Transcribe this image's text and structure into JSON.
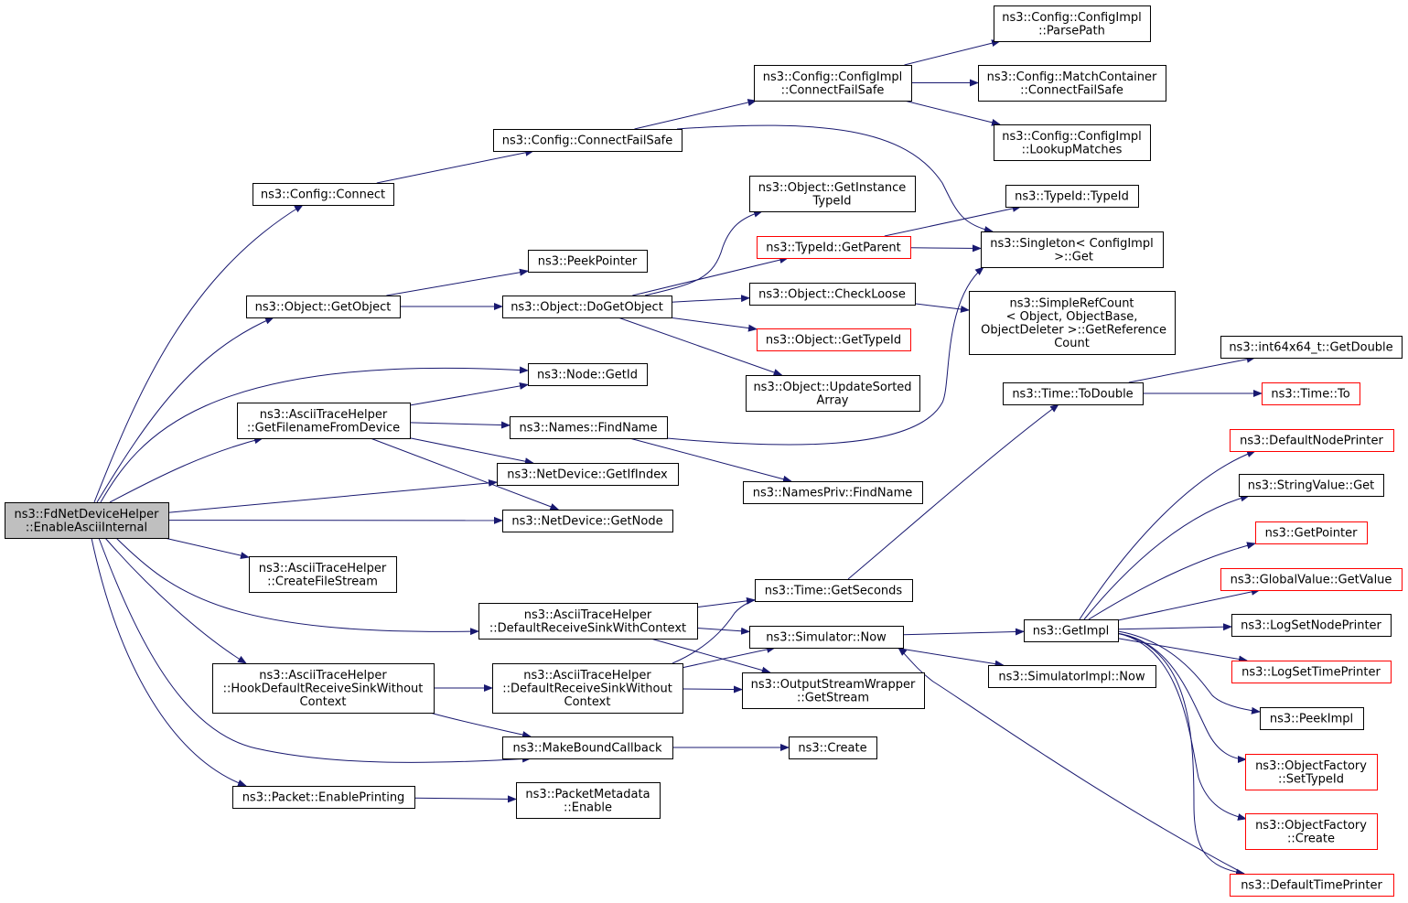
{
  "colors": {
    "edge": "#191970",
    "node_border": "#000000",
    "node_border_incomplete": "#ff0000",
    "root_fill": "#bfbfbf",
    "node_fill": "#ffffff"
  },
  "nodes": {
    "root": {
      "lines": [
        "ns3::FdNetDeviceHelper",
        "::EnableAsciiInternal"
      ],
      "root": true
    },
    "config_connect": {
      "lines": [
        "ns3::Config::Connect"
      ]
    },
    "config_connectfailsafe": {
      "lines": [
        "ns3::Config::ConnectFailSafe"
      ]
    },
    "configimpl_connectfailsafe": {
      "lines": [
        "ns3::Config::ConfigImpl",
        "::ConnectFailSafe"
      ]
    },
    "configimpl_parsepath": {
      "lines": [
        "ns3::Config::ConfigImpl",
        "::ParsePath"
      ]
    },
    "matchcontainer_connectfailsafe": {
      "lines": [
        "ns3::Config::MatchContainer",
        "::ConnectFailSafe"
      ]
    },
    "configimpl_lookupmatches": {
      "lines": [
        "ns3::Config::ConfigImpl",
        "::LookupMatches"
      ]
    },
    "object_getinstancetypeid": {
      "lines": [
        "ns3::Object::GetInstance",
        "TypeId"
      ]
    },
    "typeid_typeid": {
      "lines": [
        "ns3::TypeId::TypeId"
      ]
    },
    "typeid_getparent": {
      "lines": [
        "ns3::TypeId::GetParent"
      ],
      "incomplete": true
    },
    "singleton_get": {
      "lines": [
        "ns3::Singleton< ConfigImpl",
        " >::Get"
      ]
    },
    "peekpointer": {
      "lines": [
        "ns3::PeekPointer"
      ]
    },
    "object_getobject": {
      "lines": [
        "ns3::Object::GetObject"
      ]
    },
    "object_dogetobject": {
      "lines": [
        "ns3::Object::DoGetObject"
      ]
    },
    "object_checkloose": {
      "lines": [
        "ns3::Object::CheckLoose"
      ]
    },
    "simplerefcount": {
      "lines": [
        "ns3::SimpleRefCount",
        "< Object, ObjectBase,",
        " ObjectDeleter >::GetReference",
        "Count"
      ]
    },
    "object_gettypeid": {
      "lines": [
        "ns3::Object::GetTypeId"
      ],
      "incomplete": true
    },
    "int64x64_getdouble": {
      "lines": [
        "ns3::int64x64_t::GetDouble"
      ]
    },
    "node_getid": {
      "lines": [
        "ns3::Node::GetId"
      ]
    },
    "object_updatesortedarray": {
      "lines": [
        "ns3::Object::UpdateSorted",
        "Array"
      ]
    },
    "time_todouble": {
      "lines": [
        "ns3::Time::ToDouble"
      ]
    },
    "time_to": {
      "lines": [
        "ns3::Time::To"
      ],
      "incomplete": true
    },
    "ascii_getfilenamefromdevice": {
      "lines": [
        "ns3::AsciiTraceHelper",
        "::GetFilenameFromDevice"
      ]
    },
    "names_findname": {
      "lines": [
        "ns3::Names::FindName"
      ]
    },
    "defaultnodeprinter": {
      "lines": [
        "ns3::DefaultNodePrinter"
      ],
      "incomplete": true
    },
    "netdevice_getifindex": {
      "lines": [
        "ns3::NetDevice::GetIfIndex"
      ]
    },
    "namespriv_findname": {
      "lines": [
        "ns3::NamesPriv::FindName"
      ]
    },
    "stringvalue_get": {
      "lines": [
        "ns3::StringValue::Get"
      ]
    },
    "netdevice_getnode": {
      "lines": [
        "ns3::NetDevice::GetNode"
      ]
    },
    "getpointer": {
      "lines": [
        "ns3::GetPointer"
      ],
      "incomplete": true
    },
    "ascii_createfilestream": {
      "lines": [
        "ns3::AsciiTraceHelper",
        "::CreateFileStream"
      ]
    },
    "globalvalue_getvalue": {
      "lines": [
        "ns3::GlobalValue::GetValue"
      ],
      "incomplete": true
    },
    "time_getseconds": {
      "lines": [
        "ns3::Time::GetSeconds"
      ]
    },
    "ascii_defaultreceivesinkwithcontext": {
      "lines": [
        "ns3::AsciiTraceHelper",
        "::DefaultReceiveSinkWithContext"
      ]
    },
    "logsetnodeprinter": {
      "lines": [
        "ns3::LogSetNodePrinter"
      ]
    },
    "simulator_now": {
      "lines": [
        "ns3::Simulator::Now"
      ]
    },
    "getimpl": {
      "lines": [
        "ns3::GetImpl"
      ]
    },
    "logsettimeprinter": {
      "lines": [
        "ns3::LogSetTimePrinter"
      ],
      "incomplete": true
    },
    "ascii_hookdefaultreceivesinkwithoutcontext": {
      "lines": [
        "ns3::AsciiTraceHelper",
        "::HookDefaultReceiveSinkWithout",
        "Context"
      ]
    },
    "ascii_defaultreceivesinkwithoutcontext": {
      "lines": [
        "ns3::AsciiTraceHelper",
        "::DefaultReceiveSinkWithout",
        "Context"
      ]
    },
    "simulatorimpl_now": {
      "lines": [
        "ns3::SimulatorImpl::Now"
      ]
    },
    "outputstreamwrapper_getstream": {
      "lines": [
        "ns3::OutputStreamWrapper",
        "::GetStream"
      ]
    },
    "peekimpl": {
      "lines": [
        "ns3::PeekImpl"
      ]
    },
    "makeboundcallback": {
      "lines": [
        "ns3::MakeBoundCallback"
      ]
    },
    "create": {
      "lines": [
        "ns3::Create"
      ]
    },
    "objectfactory_settypeid": {
      "lines": [
        "ns3::ObjectFactory",
        "::SetTypeId"
      ],
      "incomplete": true
    },
    "packet_enableprinting": {
      "lines": [
        "ns3::Packet::EnablePrinting"
      ]
    },
    "packetmetadata_enable": {
      "lines": [
        "ns3::PacketMetadata",
        "::Enable"
      ]
    },
    "objectfactory_create": {
      "lines": [
        "ns3::ObjectFactory",
        "::Create"
      ],
      "incomplete": true
    },
    "defaulttimeprinter": {
      "lines": [
        "ns3::DefaultTimePrinter"
      ],
      "incomplete": true
    }
  },
  "edges": [
    [
      "root",
      "config_connect"
    ],
    [
      "root",
      "object_getobject"
    ],
    [
      "root",
      "node_getid"
    ],
    [
      "root",
      "ascii_getfilenamefromdevice"
    ],
    [
      "root",
      "netdevice_getifindex"
    ],
    [
      "root",
      "netdevice_getnode"
    ],
    [
      "root",
      "ascii_createfilestream"
    ],
    [
      "root",
      "ascii_defaultreceivesinkwithcontext"
    ],
    [
      "root",
      "ascii_hookdefaultreceivesinkwithoutcontext"
    ],
    [
      "root",
      "makeboundcallback"
    ],
    [
      "root",
      "packet_enableprinting"
    ],
    [
      "config_connect",
      "config_connectfailsafe"
    ],
    [
      "config_connectfailsafe",
      "configimpl_connectfailsafe"
    ],
    [
      "config_connectfailsafe",
      "singleton_get"
    ],
    [
      "configimpl_connectfailsafe",
      "configimpl_parsepath"
    ],
    [
      "configimpl_connectfailsafe",
      "matchcontainer_connectfailsafe"
    ],
    [
      "configimpl_connectfailsafe",
      "configimpl_lookupmatches"
    ],
    [
      "object_getobject",
      "peekpointer"
    ],
    [
      "object_getobject",
      "object_dogetobject"
    ],
    [
      "object_dogetobject",
      "object_getinstancetypeid"
    ],
    [
      "object_dogetobject",
      "typeid_getparent"
    ],
    [
      "object_dogetobject",
      "object_checkloose"
    ],
    [
      "object_dogetobject",
      "object_gettypeid"
    ],
    [
      "object_dogetobject",
      "object_updatesortedarray"
    ],
    [
      "typeid_getparent",
      "typeid_typeid"
    ],
    [
      "typeid_getparent",
      "singleton_get"
    ],
    [
      "object_checkloose",
      "simplerefcount"
    ],
    [
      "ascii_getfilenamefromdevice",
      "node_getid"
    ],
    [
      "ascii_getfilenamefromdevice",
      "names_findname"
    ],
    [
      "ascii_getfilenamefromdevice",
      "netdevice_getifindex"
    ],
    [
      "ascii_getfilenamefromdevice",
      "netdevice_getnode"
    ],
    [
      "names_findname",
      "singleton_get"
    ],
    [
      "names_findname",
      "namespriv_findname"
    ],
    [
      "ascii_defaultreceivesinkwithcontext",
      "time_getseconds"
    ],
    [
      "ascii_defaultreceivesinkwithcontext",
      "simulator_now"
    ],
    [
      "ascii_defaultreceivesinkwithcontext",
      "outputstreamwrapper_getstream"
    ],
    [
      "ascii_hookdefaultreceivesinkwithoutcontext",
      "ascii_defaultreceivesinkwithoutcontext"
    ],
    [
      "ascii_hookdefaultreceivesinkwithoutcontext",
      "makeboundcallback"
    ],
    [
      "ascii_defaultreceivesinkwithoutcontext",
      "time_getseconds"
    ],
    [
      "ascii_defaultreceivesinkwithoutcontext",
      "simulator_now"
    ],
    [
      "ascii_defaultreceivesinkwithoutcontext",
      "outputstreamwrapper_getstream"
    ],
    [
      "makeboundcallback",
      "create"
    ],
    [
      "packet_enableprinting",
      "packetmetadata_enable"
    ],
    [
      "time_getseconds",
      "time_todouble"
    ],
    [
      "time_todouble",
      "int64x64_getdouble"
    ],
    [
      "time_todouble",
      "time_to"
    ],
    [
      "simulator_now",
      "getimpl"
    ],
    [
      "simulator_now",
      "simulatorimpl_now"
    ],
    [
      "getimpl",
      "defaultnodeprinter"
    ],
    [
      "getimpl",
      "stringvalue_get"
    ],
    [
      "getimpl",
      "getpointer"
    ],
    [
      "getimpl",
      "globalvalue_getvalue"
    ],
    [
      "getimpl",
      "logsetnodeprinter"
    ],
    [
      "getimpl",
      "logsettimeprinter"
    ],
    [
      "getimpl",
      "peekimpl"
    ],
    [
      "getimpl",
      "objectfactory_settypeid"
    ],
    [
      "getimpl",
      "objectfactory_create"
    ],
    [
      "getimpl",
      "defaulttimeprinter"
    ],
    [
      "defaulttimeprinter",
      "simulator_now"
    ]
  ]
}
